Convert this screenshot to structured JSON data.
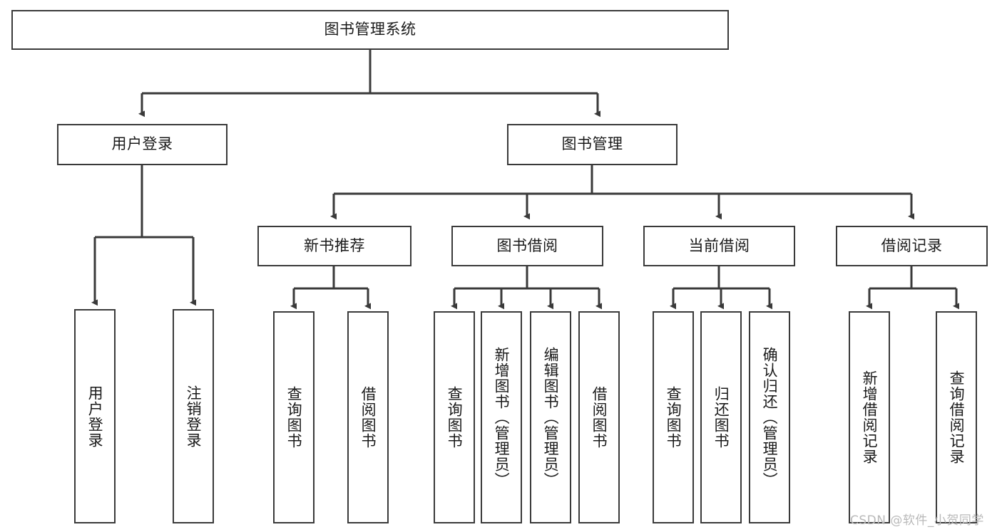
{
  "diagram": {
    "title": "图书管理系统",
    "type": "tree-hierarchy",
    "watermark": "CSDN @软件_小贺同学",
    "colors": {
      "stroke": "#3a3a3a",
      "fill": "#ffffff",
      "text": "#1a1a1a",
      "watermark": "#b9b9b9"
    },
    "nodes": {
      "root": "图书管理系统",
      "level1": [
        "用户登录",
        "图书管理"
      ],
      "level2": [
        "新书推荐",
        "图书借阅",
        "当前借阅",
        "借阅记录"
      ],
      "leaves": {
        "user_login": [
          "用户登录",
          "注销登录"
        ],
        "new_book": [
          "查询图书",
          "借阅图书"
        ],
        "book_borrow": [
          "查询图书",
          "新增图书（管理员）",
          "编辑图书（管理员）",
          "借阅图书"
        ],
        "current_borrow": [
          "查询图书",
          "归还图书",
          "确认归还（管理员）"
        ],
        "borrow_record": [
          "新增借阅记录",
          "查询借阅记录"
        ]
      }
    },
    "edges": [
      {
        "from": "图书管理系统",
        "to": "用户登录"
      },
      {
        "from": "图书管理系统",
        "to": "图书管理"
      },
      {
        "from": "用户登录",
        "to": "用户登录"
      },
      {
        "from": "用户登录",
        "to": "注销登录"
      },
      {
        "from": "图书管理",
        "to": "新书推荐"
      },
      {
        "from": "图书管理",
        "to": "图书借阅"
      },
      {
        "from": "图书管理",
        "to": "当前借阅"
      },
      {
        "from": "图书管理",
        "to": "借阅记录"
      },
      {
        "from": "新书推荐",
        "to": "查询图书"
      },
      {
        "from": "新书推荐",
        "to": "借阅图书"
      },
      {
        "from": "图书借阅",
        "to": "查询图书"
      },
      {
        "from": "图书借阅",
        "to": "新增图书（管理员）"
      },
      {
        "from": "图书借阅",
        "to": "编辑图书（管理员）"
      },
      {
        "from": "图书借阅",
        "to": "借阅图书"
      },
      {
        "from": "当前借阅",
        "to": "查询图书"
      },
      {
        "from": "当前借阅",
        "to": "归还图书"
      },
      {
        "from": "当前借阅",
        "to": "确认归还（管理员）"
      },
      {
        "from": "借阅记录",
        "to": "新增借阅记录"
      },
      {
        "from": "借阅记录",
        "to": "查询借阅记录"
      }
    ]
  }
}
